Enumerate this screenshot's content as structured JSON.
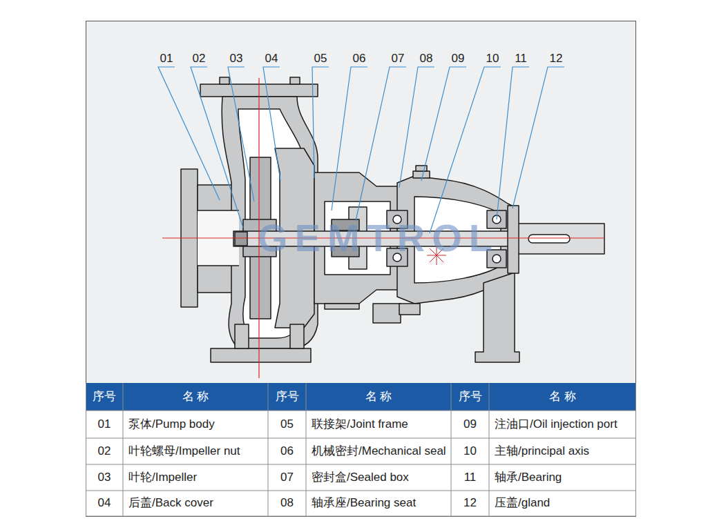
{
  "diagram": {
    "labels": [
      "01",
      "02",
      "03",
      "04",
      "05",
      "06",
      "07",
      "08",
      "09",
      "10",
      "11",
      "12",
      "GEMTROL",
      "序号",
      "名 称",
      "序号",
      "名 称",
      "序号",
      "名 称",
      "01",
      "泵体/Pump body",
      "05",
      "联接架/Joint frame",
      "09",
      "注油口/Oil injection port",
      "02",
      "叶轮螺母/Impeller nut",
      "06",
      "机械密封/Mechanical seal",
      "10",
      "主轴/principal axis",
      "03",
      "叶轮/Impeller",
      "07",
      "密封盒/Sealed box",
      "11",
      "轴承/Bearing",
      "04",
      "后盖/Back cover",
      "08",
      "轴承座/Bearing seat",
      "12",
      "压盖/gland"
    ]
  }
}
